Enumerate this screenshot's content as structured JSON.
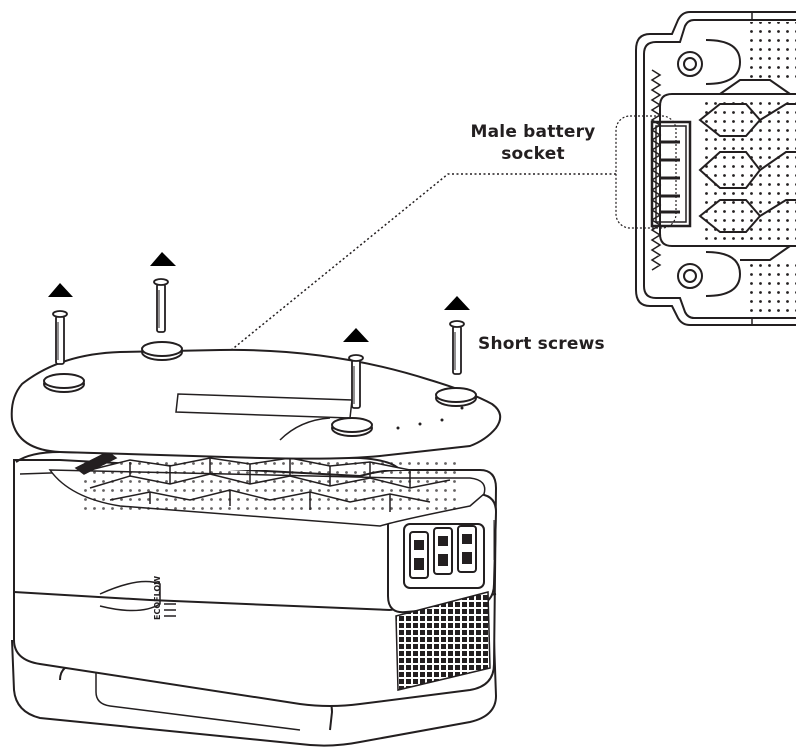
{
  "labels": {
    "male_battery_socket_line1": "Male battery",
    "male_battery_socket_line2": "socket",
    "short_screws": "Short screws"
  },
  "product": {
    "logo_text": "ECOFLOW"
  },
  "colors": {
    "line": "#231f20",
    "background": "#ffffff"
  }
}
